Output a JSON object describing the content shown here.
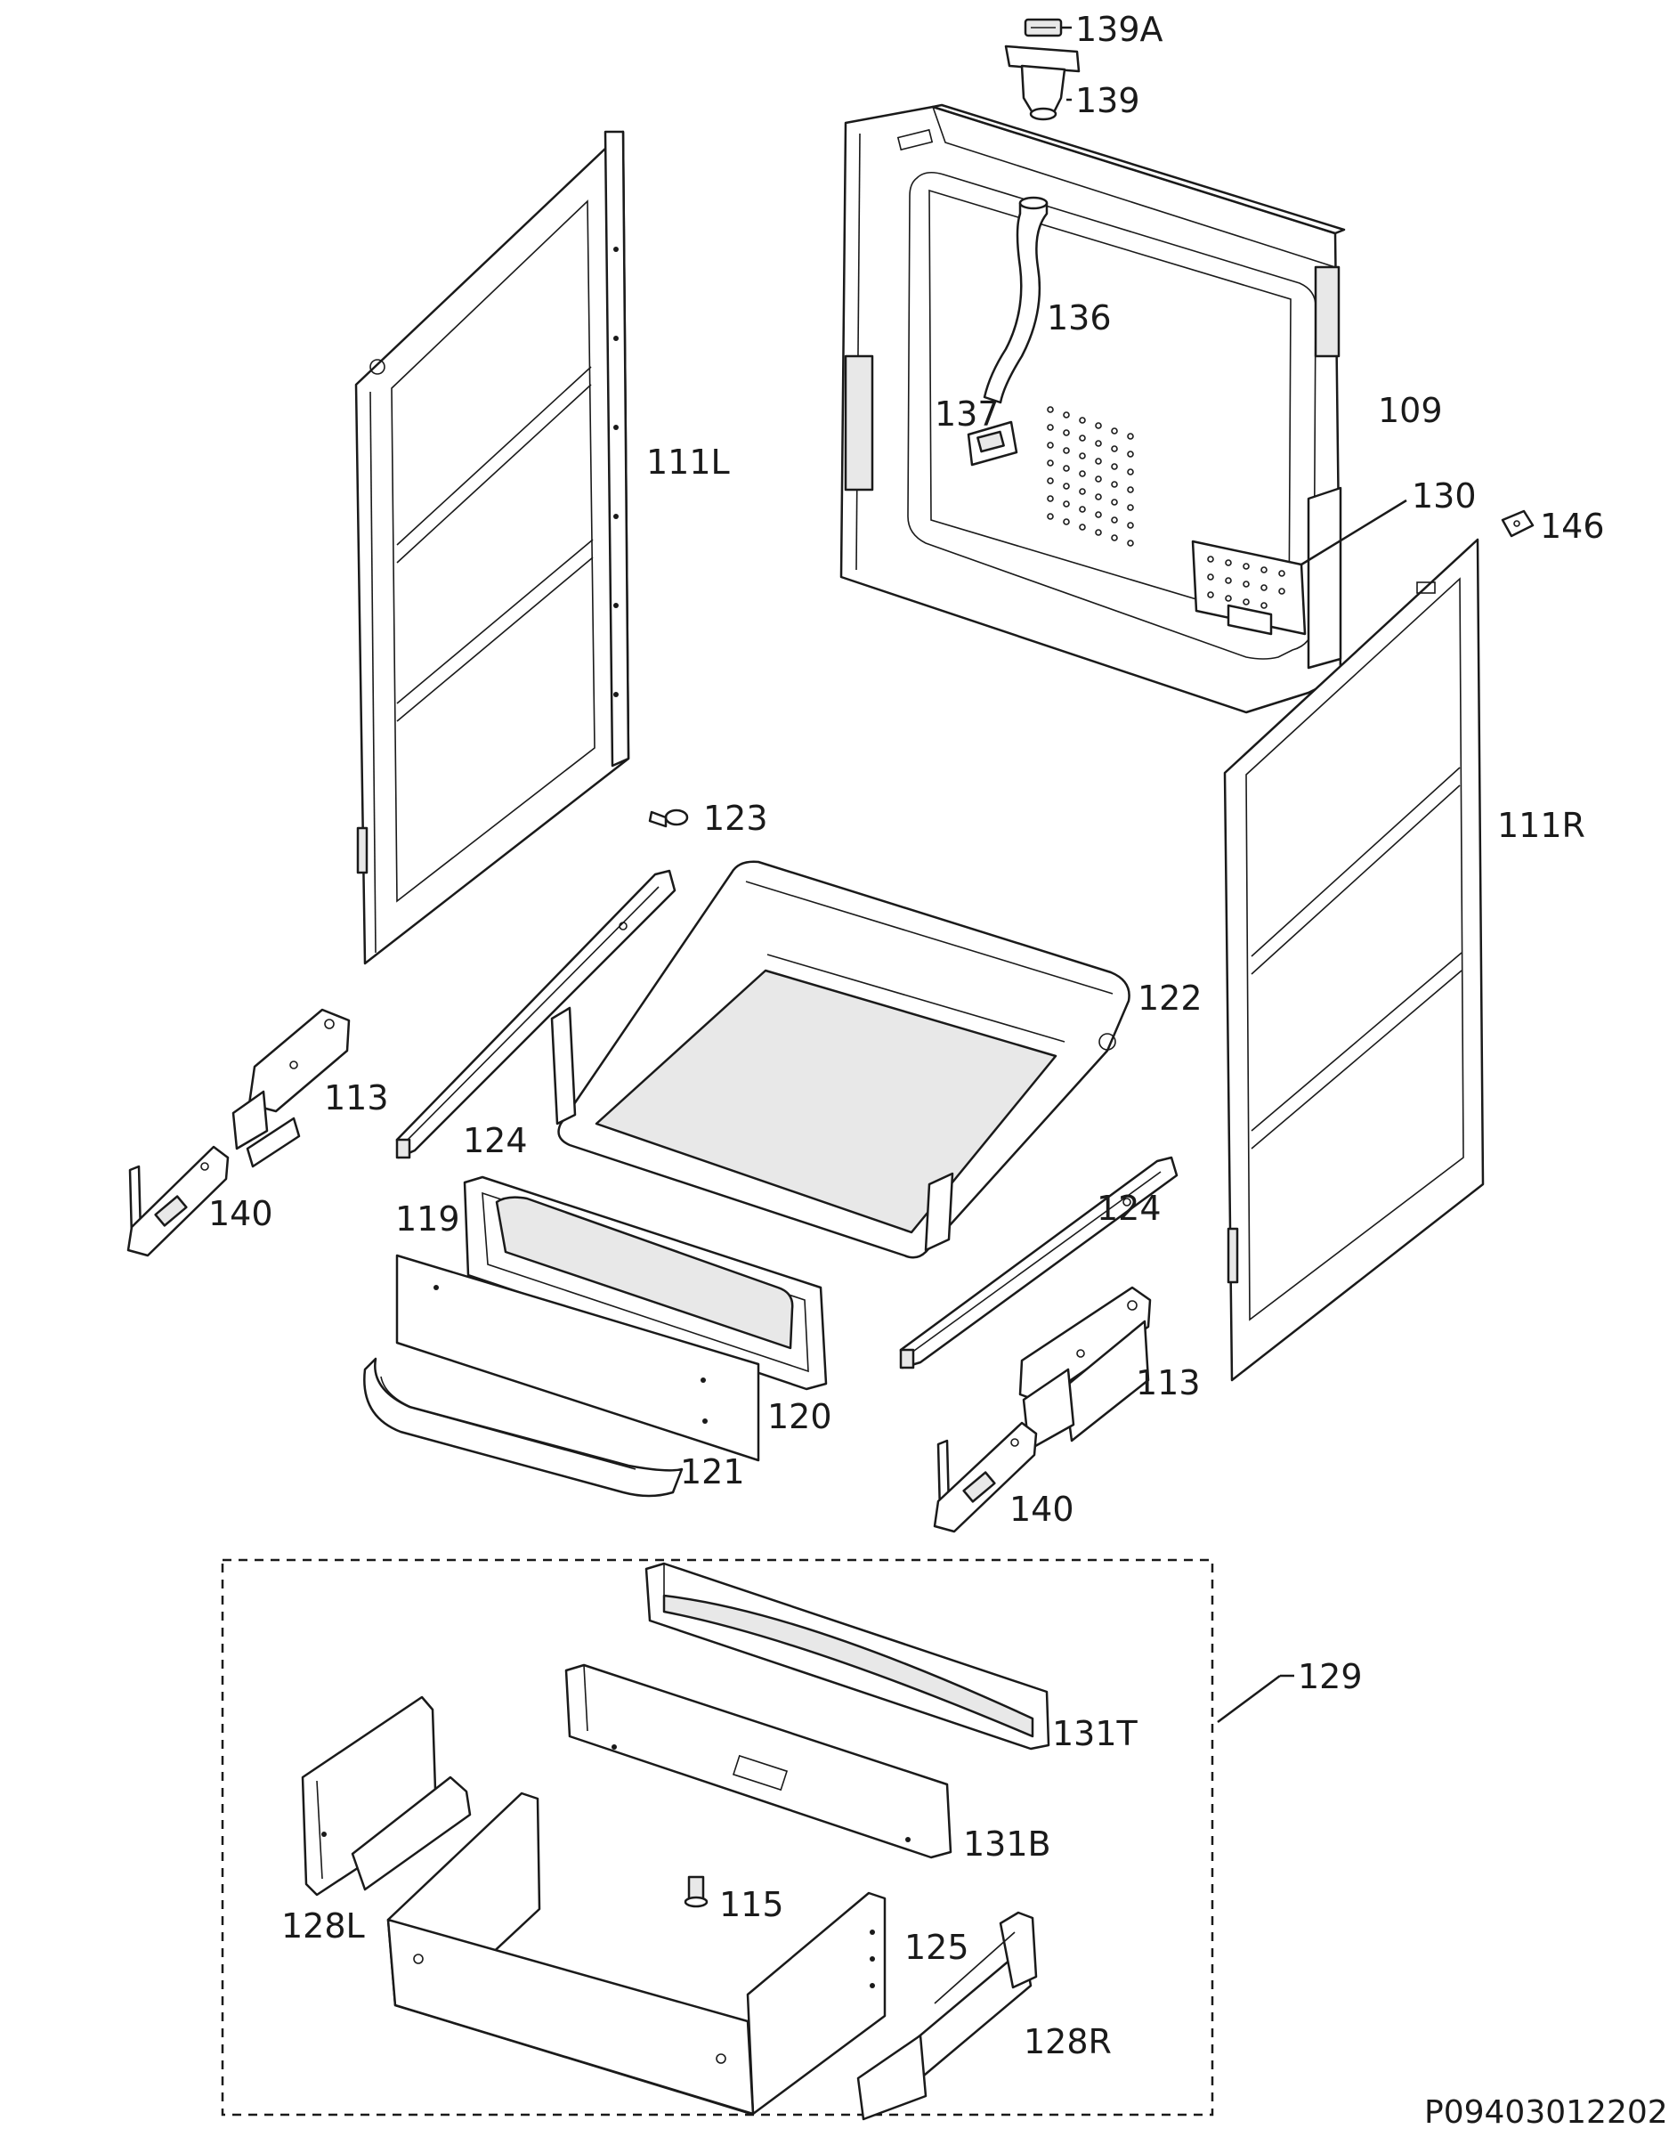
{
  "labels": {
    "p139a": "139A",
    "p139": "139",
    "p136": "136",
    "p137": "137",
    "p109": "109",
    "p130": "130",
    "p146": "146",
    "p111l": "111L",
    "p111r": "111R",
    "p123": "123",
    "p122": "122",
    "p113_left": "113",
    "p124_left": "124",
    "p140_left": "140",
    "p119": "119",
    "p124_right": "124",
    "p113_right": "113",
    "p120": "120",
    "p121": "121",
    "p140_right": "140",
    "p129": "129",
    "p131t": "131T",
    "p131b": "131B",
    "p128l": "128L",
    "p115": "115",
    "p125": "125",
    "p128r": "128R"
  },
  "document_id": "P09403012202"
}
